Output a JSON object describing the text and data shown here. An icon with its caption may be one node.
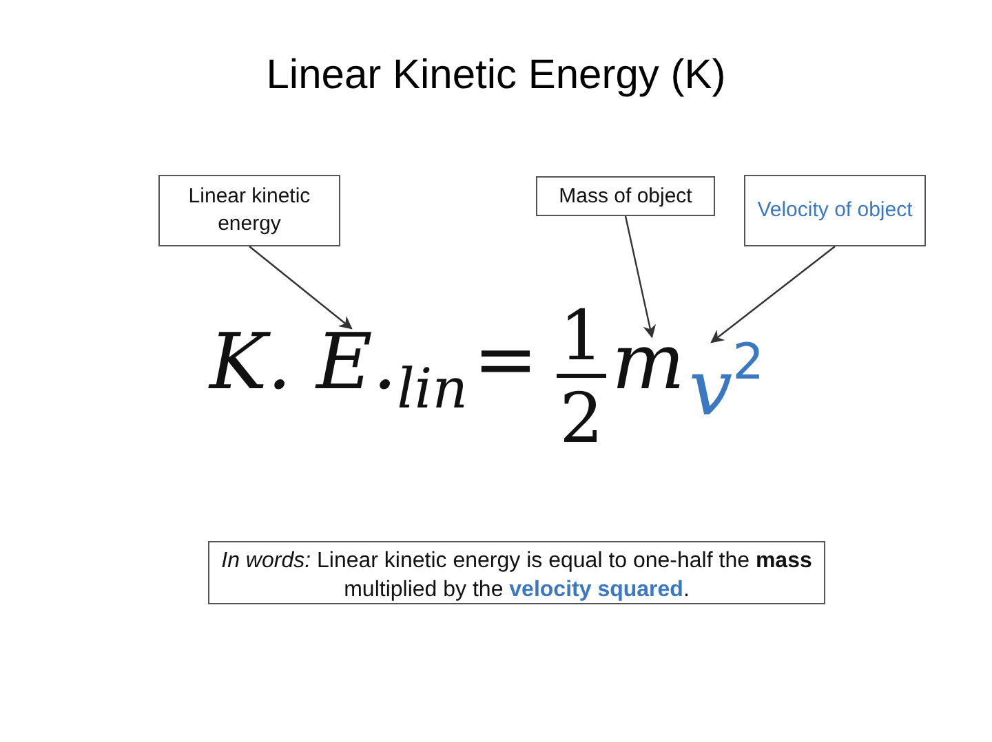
{
  "diagram": {
    "title": "Linear Kinetic Energy (K)",
    "nodes": [
      {
        "text": [
          "Linear kinetic energy"
        ]
      },
      {
        "text": [
          "Mass of object"
        ]
      },
      {
        "text": [
          "Velocity of object"
        ]
      },
      {
        "text": [
          "K. E.$_{lin}$"
        ]
      },
      {
        "text": [
          "m"
        ]
      },
      {
        "text": [
          "v$^{2}$"
        ]
      },
      {
        "text": [
          "*In words:* Linear kinetic energy is equal to one-half the **mass** multiplied by the **velocity squared**."
        ]
      }
    ],
    "edges": [
      {
        "from": 0,
        "to": 3,
        "arrow": "to"
      },
      {
        "from": 1,
        "to": 4,
        "arrow": "to"
      },
      {
        "from": 2,
        "to": 5,
        "arrow": "to"
      }
    ],
    "labels": [
      "=",
      "1",
      "2"
    ]
  }
}
